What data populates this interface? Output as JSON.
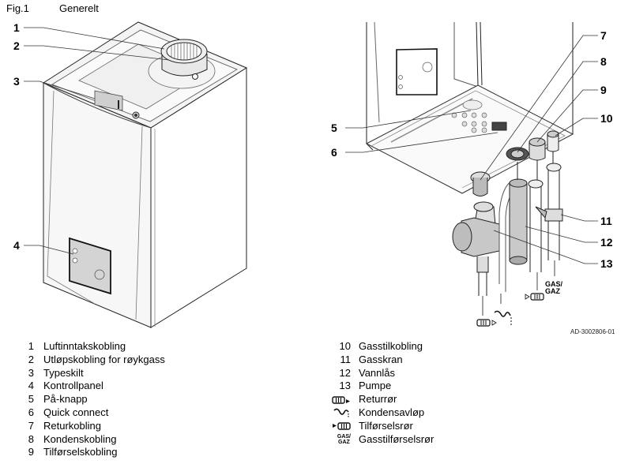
{
  "figure": {
    "label": "Fig.1",
    "title": "Generelt",
    "document_id": "AD-3002806-01"
  },
  "callouts": {
    "left": [
      "1",
      "2",
      "3",
      "4"
    ],
    "right": [
      "5",
      "6",
      "7",
      "8",
      "9",
      "10",
      "11",
      "12",
      "13"
    ]
  },
  "diagram_symbols": {
    "gas_line1": "GAS/",
    "gas_line2": "GAZ"
  },
  "legend": {
    "left": [
      {
        "num": "1",
        "label": "Luftinntakskobling"
      },
      {
        "num": "2",
        "label": "Utløpskobling for røykgass"
      },
      {
        "num": "3",
        "label": "Typeskilt"
      },
      {
        "num": "4",
        "label": "Kontrollpanel"
      },
      {
        "num": "5",
        "label": "På-knapp"
      },
      {
        "num": "6",
        "label": "Quick connect"
      },
      {
        "num": "7",
        "label": "Returkobling"
      },
      {
        "num": "8",
        "label": "Kondenskobling"
      },
      {
        "num": "9",
        "label": "Tilførselskobling"
      }
    ],
    "right": [
      {
        "num": "10",
        "label": "Gasstilkobling"
      },
      {
        "num": "11",
        "label": "Gasskran"
      },
      {
        "num": "12",
        "label": "Vannlås"
      },
      {
        "num": "13",
        "label": "Pumpe"
      }
    ],
    "symbols": [
      {
        "icon": "return-pipe-icon",
        "label": "Returrør"
      },
      {
        "icon": "condensate-drain-icon",
        "label": "Kondensavløp"
      },
      {
        "icon": "supply-pipe-icon",
        "label": "Tilførselsrør"
      },
      {
        "icon": "gas-supply-icon",
        "label": "Gasstilførselsrør",
        "icon_text1": "GAS/",
        "icon_text2": "GAZ"
      }
    ]
  }
}
